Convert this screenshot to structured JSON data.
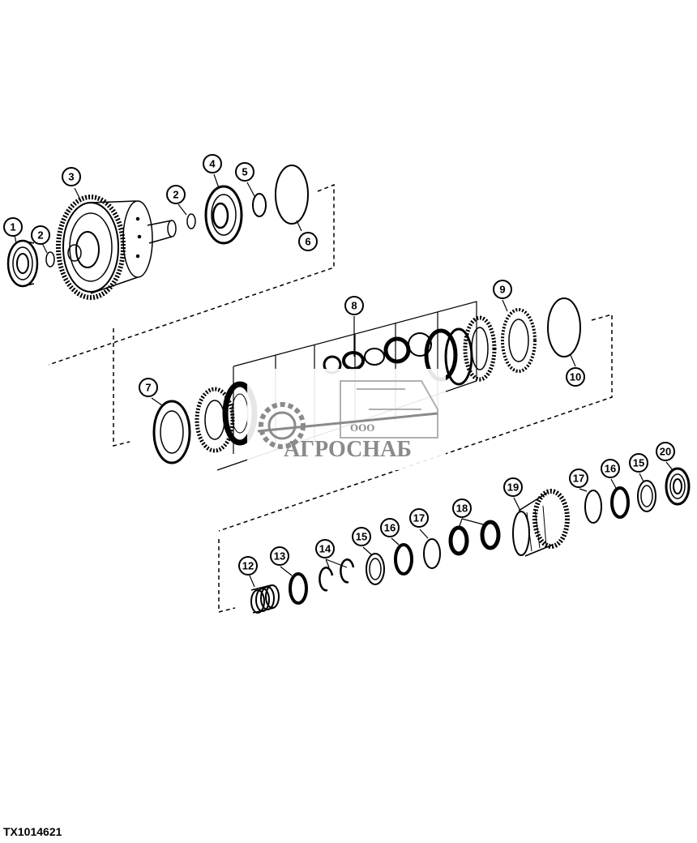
{
  "figure_id": "TX1014621",
  "watermark": {
    "company_prefix": "ООО",
    "company_name": "АГРОСНАБ"
  },
  "callouts": [
    "1",
    "2",
    "3",
    "2",
    "4",
    "5",
    "6",
    "7",
    "8",
    "9",
    "10",
    "12",
    "13",
    "14",
    "15",
    "16",
    "17",
    "18",
    "19",
    "17",
    "16",
    "15",
    "20"
  ],
  "colors": {
    "line": "#000000",
    "background": "#ffffff",
    "watermark": "#8a8a8a"
  },
  "icon_names": [
    "bearing-icon",
    "gear-icon",
    "snap-ring-icon",
    "o-ring-icon",
    "clutch-disc-icon",
    "spring-icon",
    "washer-icon"
  ]
}
